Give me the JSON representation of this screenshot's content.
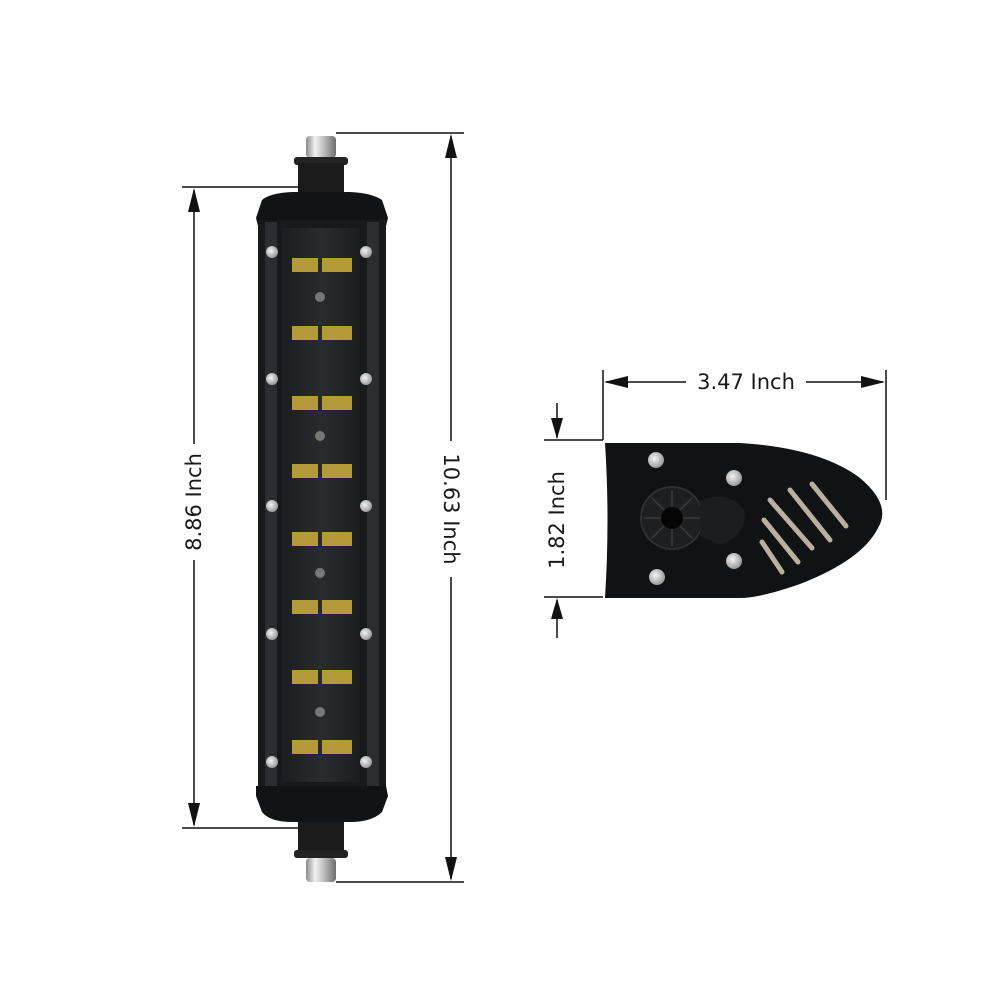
{
  "figure": {
    "subject": "LED light bar dimension diagram",
    "views": {
      "front": {
        "inner_length_label": "8.86 Inch",
        "overall_length_label": "10.63 Inch",
        "led_rows": 8,
        "leds_per_row": 2
      },
      "end": {
        "width_label": "3.47 Inch",
        "height_label": "1.82 Inch"
      }
    },
    "colors": {
      "background": "#ffffff",
      "housing": "#141516",
      "led_amber": "#b59a3a",
      "bolt": "#c9c9c9",
      "dimension_line": "#111111"
    }
  }
}
